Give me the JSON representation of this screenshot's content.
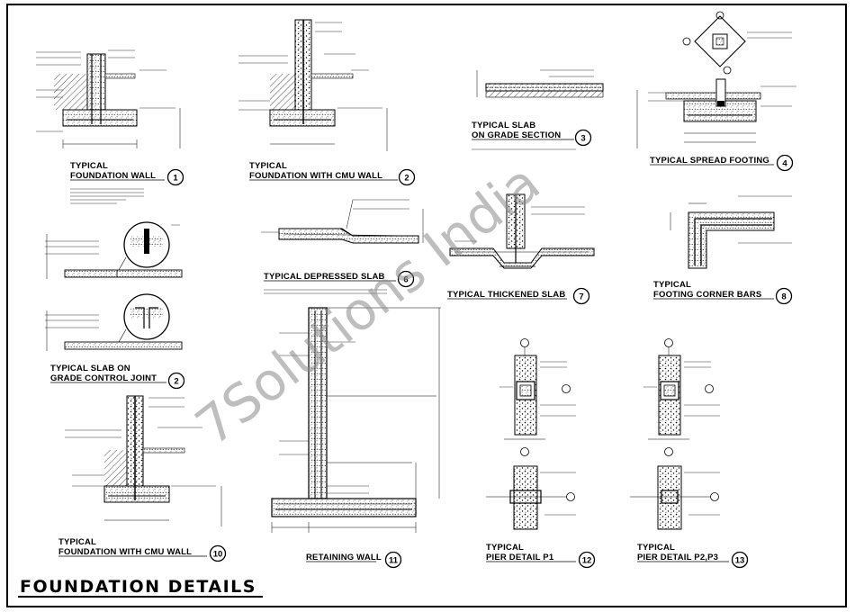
{
  "sheet": {
    "main_title": "FOUNDATION DETAILS",
    "watermark": "7Solutions India"
  },
  "details": [
    {
      "key": "d1",
      "title_lines": [
        "TYPICAL",
        "FOUNDATION WALL"
      ],
      "number": "1"
    },
    {
      "key": "d2",
      "title_lines": [
        "TYPICAL",
        "FOUNDATION WITH CMU WALL"
      ],
      "number": "2"
    },
    {
      "key": "d3",
      "title_lines": [
        "TYPICAL SLAB",
        "ON GRADE SECTION"
      ],
      "number": "3"
    },
    {
      "key": "d4",
      "title_lines": [
        "TYPICAL SPREAD FOOTING"
      ],
      "number": "4"
    },
    {
      "key": "d5",
      "title_lines": [
        "TYPICAL SLAB ON",
        "GRADE CONTROL JOINT"
      ],
      "number": "2"
    },
    {
      "key": "d6",
      "title_lines": [
        "TYPICAL DEPRESSED SLAB"
      ],
      "number": "6"
    },
    {
      "key": "d7",
      "title_lines": [
        "TYPICAL THICKENED SLAB"
      ],
      "number": "7"
    },
    {
      "key": "d8",
      "title_lines": [
        "TYPICAL",
        "FOOTING CORNER BARS"
      ],
      "number": "8"
    },
    {
      "key": "d10",
      "title_lines": [
        "TYPICAL",
        "FOUNDATION WITH CMU WALL"
      ],
      "number": "10"
    },
    {
      "key": "d11",
      "title_lines": [
        "RETAINING WALL"
      ],
      "number": "11"
    },
    {
      "key": "d12",
      "title_lines": [
        "TYPICAL",
        "PIER DETAIL P1"
      ],
      "number": "12"
    },
    {
      "key": "d13",
      "title_lines": [
        "TYPICAL",
        "PIER DETAIL P2,P3"
      ],
      "number": "13"
    }
  ]
}
